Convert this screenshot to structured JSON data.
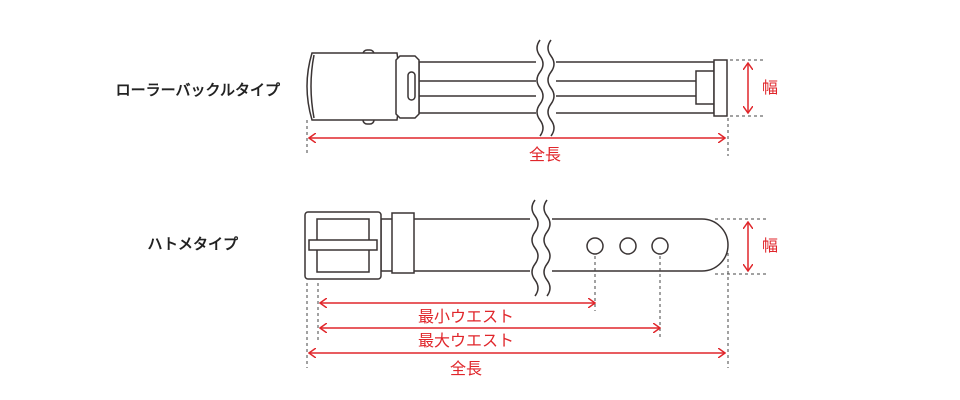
{
  "types": [
    {
      "name": "ローラーバックルタイプ",
      "length_label": "全長",
      "width_label": "幅"
    },
    {
      "name": "ハトメタイプ",
      "length_label": "全長",
      "width_label": "幅",
      "min_waist_label": "最小ウエスト",
      "max_waist_label": "最大ウエスト"
    }
  ],
  "colors": {
    "accent": "#e0262b",
    "line": "#3a3434"
  }
}
